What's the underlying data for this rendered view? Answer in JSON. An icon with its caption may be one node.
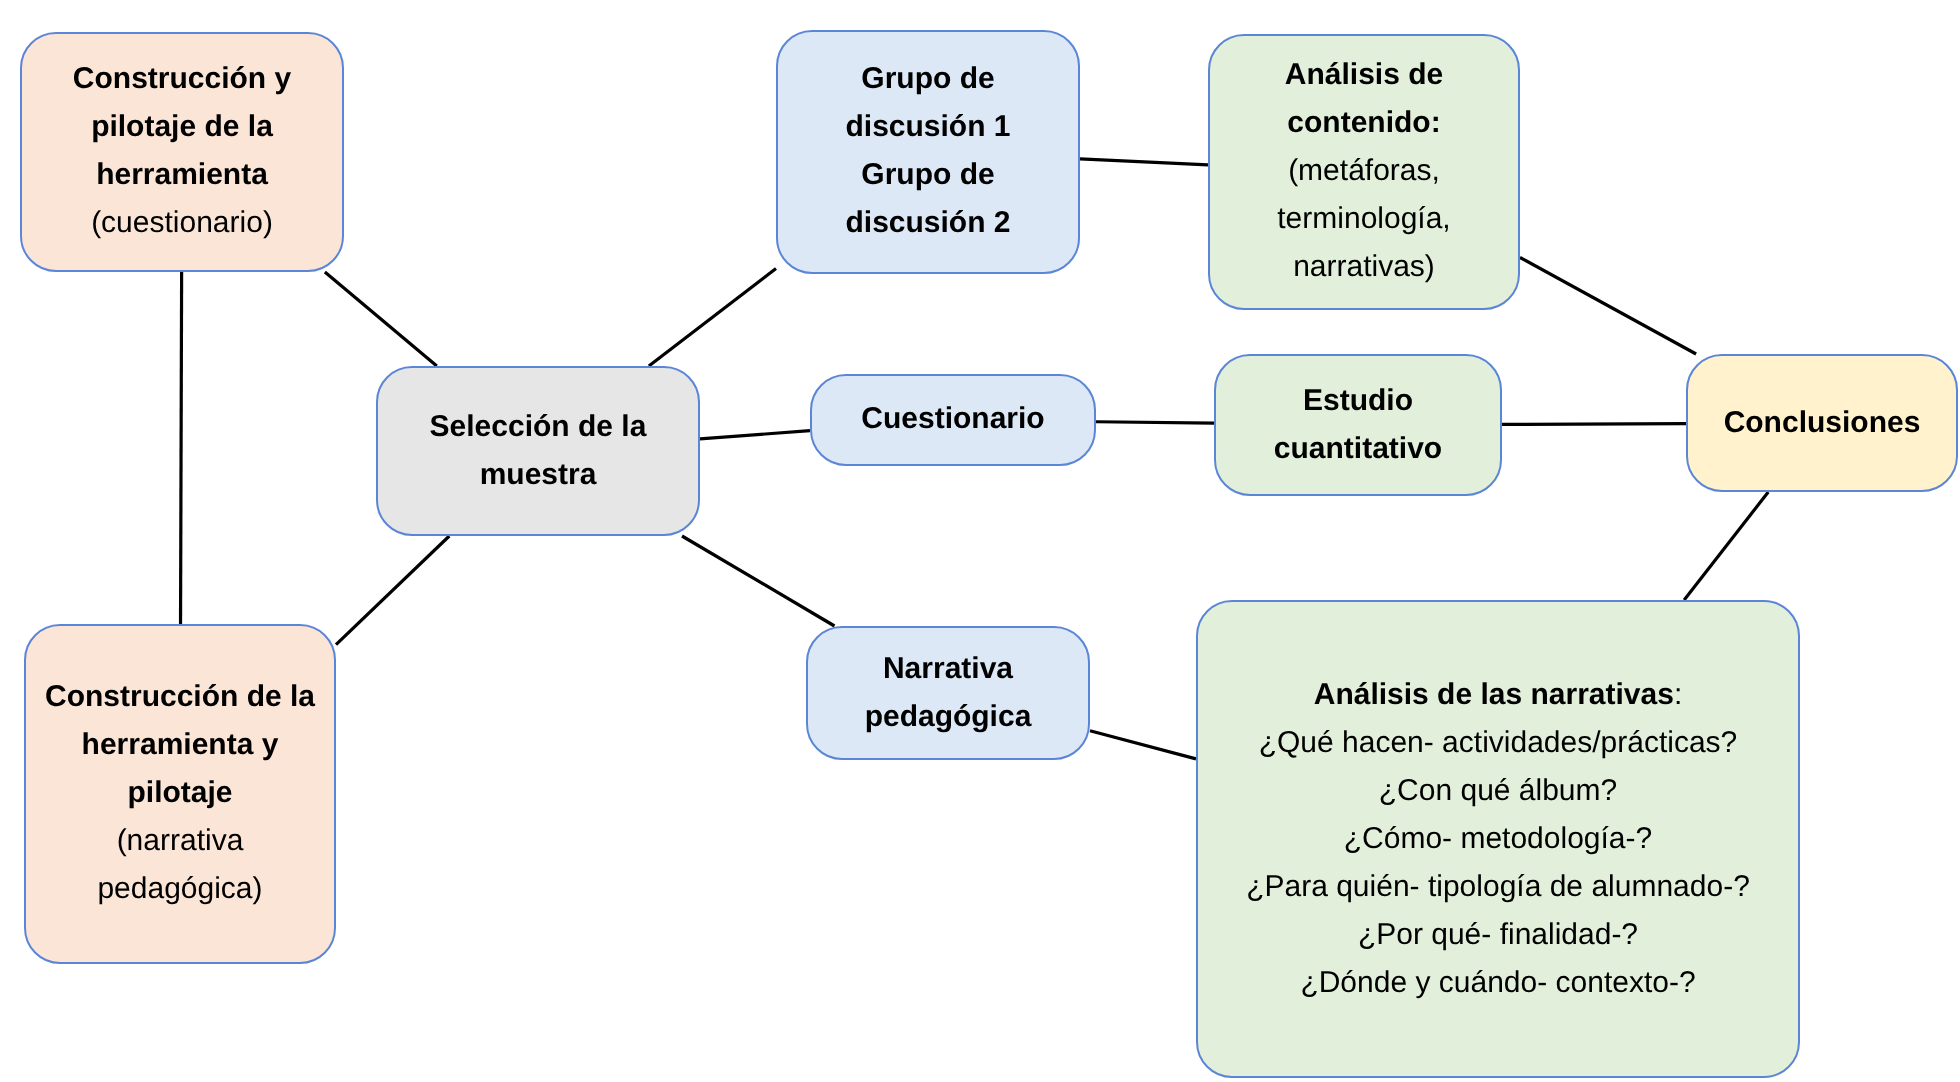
{
  "diagram": {
    "nodes": [
      {
        "text": [
          "Construcción y pilotaje de la herramienta",
          "(cuestionario)"
        ]
      },
      {
        "text": [
          "Construcción de la herramienta y pilotaje",
          "(narrativa pedagógica)"
        ]
      },
      {
        "text": [
          "Selección de la muestra"
        ]
      },
      {
        "text": [
          "Grupo de discusión 1",
          "Grupo de discusión 2"
        ]
      },
      {
        "text": [
          "Cuestionario"
        ]
      },
      {
        "text": [
          "Narrativa pedagógica"
        ]
      },
      {
        "text": [
          "Análisis de contenido:",
          "(metáforas, terminología, narrativas)"
        ]
      },
      {
        "text": [
          "Estudio cuantitativo"
        ]
      },
      {
        "text": [
          "Conclusiones"
        ]
      },
      {
        "text": [
          "**Análisis de las narrativas**:",
          "¿Qué hacen- actividades/prácticas?",
          "¿Con qué álbum?",
          "¿Cómo- metodología-?",
          "¿Para quién- tipología de alumnado-?",
          "¿Por qué- finalidad-?",
          "¿Dónde y cuándo- contexto-?"
        ]
      }
    ],
    "edges": [
      {
        "from": 0,
        "to": 2,
        "arrow": "none"
      },
      {
        "from": 0,
        "to": 1,
        "arrow": "none"
      },
      {
        "from": 1,
        "to": 2,
        "arrow": "none"
      },
      {
        "from": 2,
        "to": 3,
        "arrow": "none"
      },
      {
        "from": 2,
        "to": 4,
        "arrow": "none"
      },
      {
        "from": 2,
        "to": 5,
        "arrow": "none"
      },
      {
        "from": 3,
        "to": 6,
        "arrow": "none"
      },
      {
        "from": 4,
        "to": 7,
        "arrow": "none"
      },
      {
        "from": 5,
        "to": 9,
        "arrow": "none"
      },
      {
        "from": 6,
        "to": 8,
        "arrow": "none"
      },
      {
        "from": 7,
        "to": 8,
        "arrow": "none"
      },
      {
        "from": 9,
        "to": 8,
        "arrow": "none"
      }
    ]
  }
}
